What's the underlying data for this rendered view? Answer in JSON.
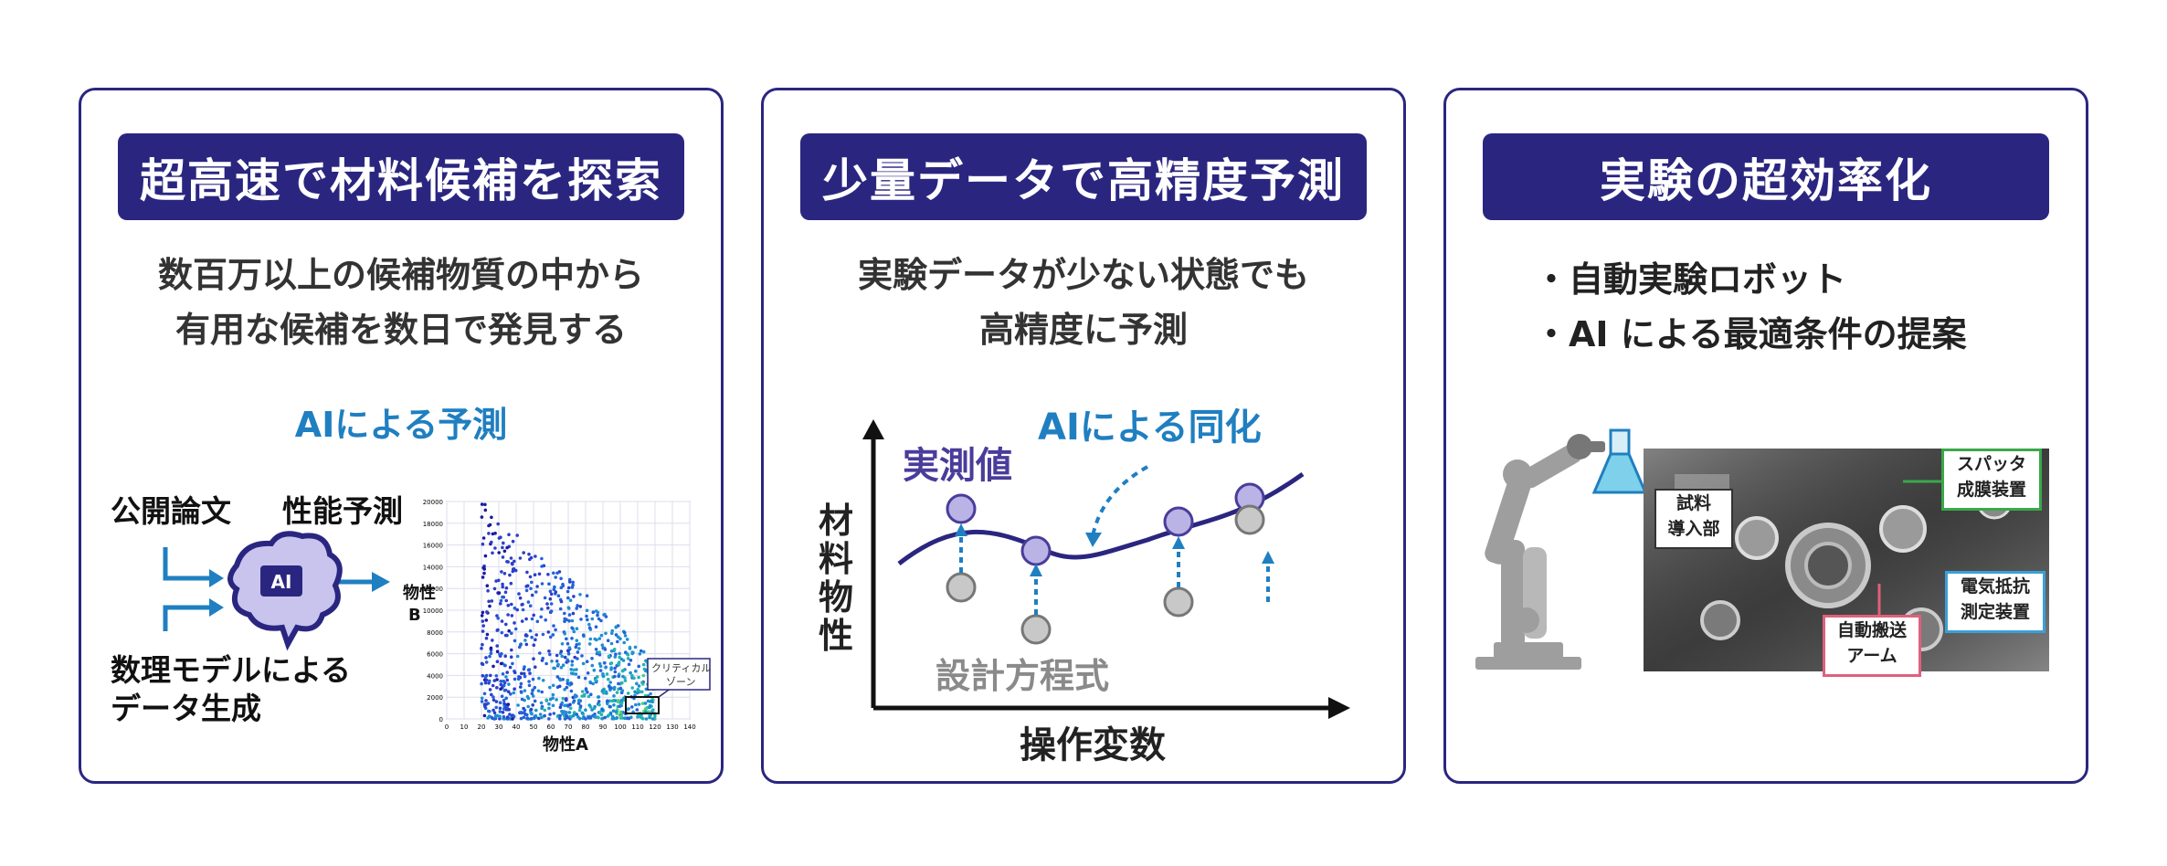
{
  "panels": [
    {
      "title": "超高速で材料候補を探索",
      "desc_line1": "数百万以上の候補物質の中から",
      "desc_line2": "有用な候補を数日で発見する",
      "ai_label": "AIによる予測",
      "source1": "公開論文",
      "source2_line1": "数理モデルによる",
      "source2_line2": "データ生成",
      "output": "性能予測",
      "ai_icon_text": "AI",
      "scatter": {
        "ylabel_1": "物性",
        "ylabel_2": "B",
        "xlabel": "物性A",
        "critical_1": "クリティカル",
        "critical_2": "ゾーン",
        "yticks": [
          "0",
          "2000",
          "4000",
          "6000",
          "8000",
          "10000",
          "12000",
          "14000",
          "16000",
          "18000",
          "20000"
        ],
        "xticks": [
          "0",
          "10",
          "20",
          "30",
          "40",
          "50",
          "60",
          "70",
          "80",
          "90",
          "100",
          "110",
          "120",
          "130",
          "140"
        ]
      }
    },
    {
      "title": "少量データで高精度予測",
      "desc_line1": "実験データが少ない状態でも",
      "desc_line2": "高精度に予測",
      "ai_label": "AIによる同化",
      "measured": "実測値",
      "design_eq": "設計方程式",
      "ylabel_1": "材",
      "ylabel_2": "料",
      "ylabel_3": "物",
      "ylabel_4": "性",
      "xlabel": "操作変数"
    },
    {
      "title": "実験の超効率化",
      "bullet1": "・自動実験ロボット",
      "bullet2": "・AI による最適条件の提案",
      "tag_sample_1": "試料",
      "tag_sample_2": "導入部",
      "tag_sputter_1": "スパッタ",
      "tag_sputter_2": "成膜装置",
      "tag_resist_1": "電気抵抗",
      "tag_resist_2": "測定装置",
      "tag_transfer_1": "自動搬送",
      "tag_transfer_2": "アーム"
    }
  ],
  "colors": {
    "navy": "#2a2680",
    "blue": "#1f7fc1",
    "green": "#3aa84a",
    "pink": "#e0607a",
    "lightblue": "#3aa0d8",
    "purple_dot": "#b9b3e6"
  }
}
